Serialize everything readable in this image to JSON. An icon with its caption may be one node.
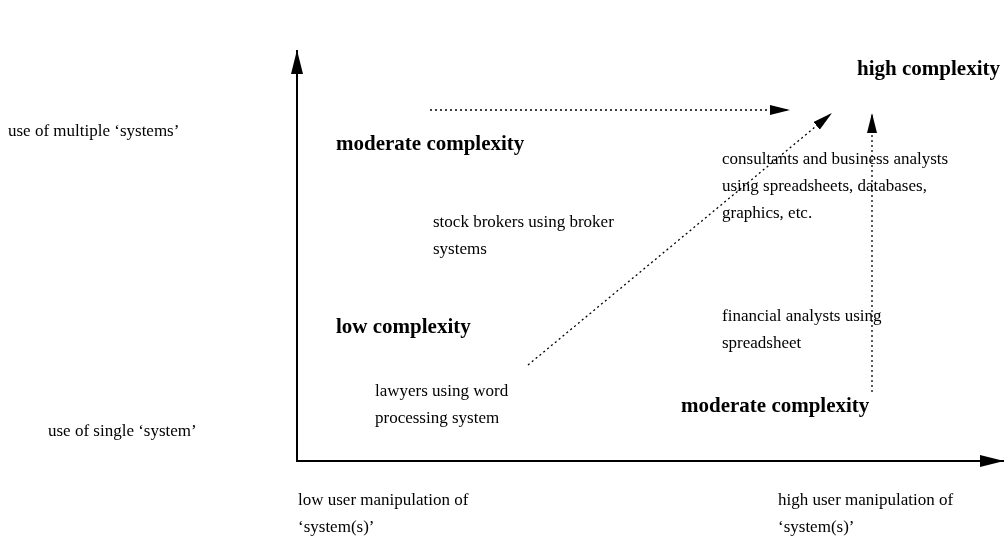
{
  "diagram": {
    "nodes": [
      {
        "text": [
          "high complexity"
        ]
      },
      {
        "text": [
          "moderate complexity"
        ]
      },
      {
        "text": [
          "low complexity"
        ]
      },
      {
        "text": [
          "moderate complexity"
        ]
      }
    ],
    "edges": [
      {
        "from": null,
        "to": 0,
        "arrow": "to",
        "style": "dashed"
      },
      {
        "from": null,
        "to": 0,
        "arrow": "to",
        "style": "dashed"
      },
      {
        "from": 3,
        "to": 0,
        "arrow": "to",
        "style": "dashed"
      }
    ],
    "labels": [
      "use of multiple ‘systems’",
      "use of single ‘system’",
      "stock brokers using broker systems",
      "consultants and business analysts using spreadsheets, databases, graphics, etc.",
      "financial analysts using spreadsheet",
      "lawyers using word processing system",
      "low user manipulation of ‘system(s)’",
      "high user manipulation of ‘system(s)’"
    ]
  }
}
